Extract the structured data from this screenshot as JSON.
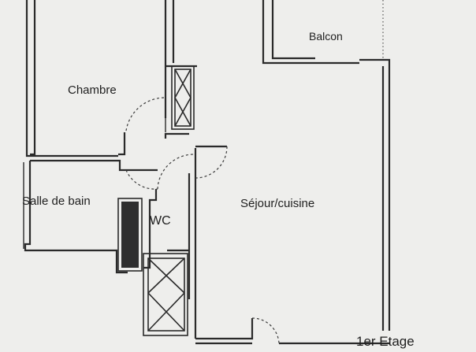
{
  "rooms": {
    "balcon": "Balcon",
    "chambre": "Chambre",
    "salle_de_bain": "Salle de bain",
    "wc": "WC",
    "sejour": "Séjour/cuisine"
  },
  "floor_label": "1er Etage",
  "colors": {
    "background": "#eeeeec",
    "walls": "#2a2a2a",
    "shower_fill": "#2f2f2f"
  }
}
